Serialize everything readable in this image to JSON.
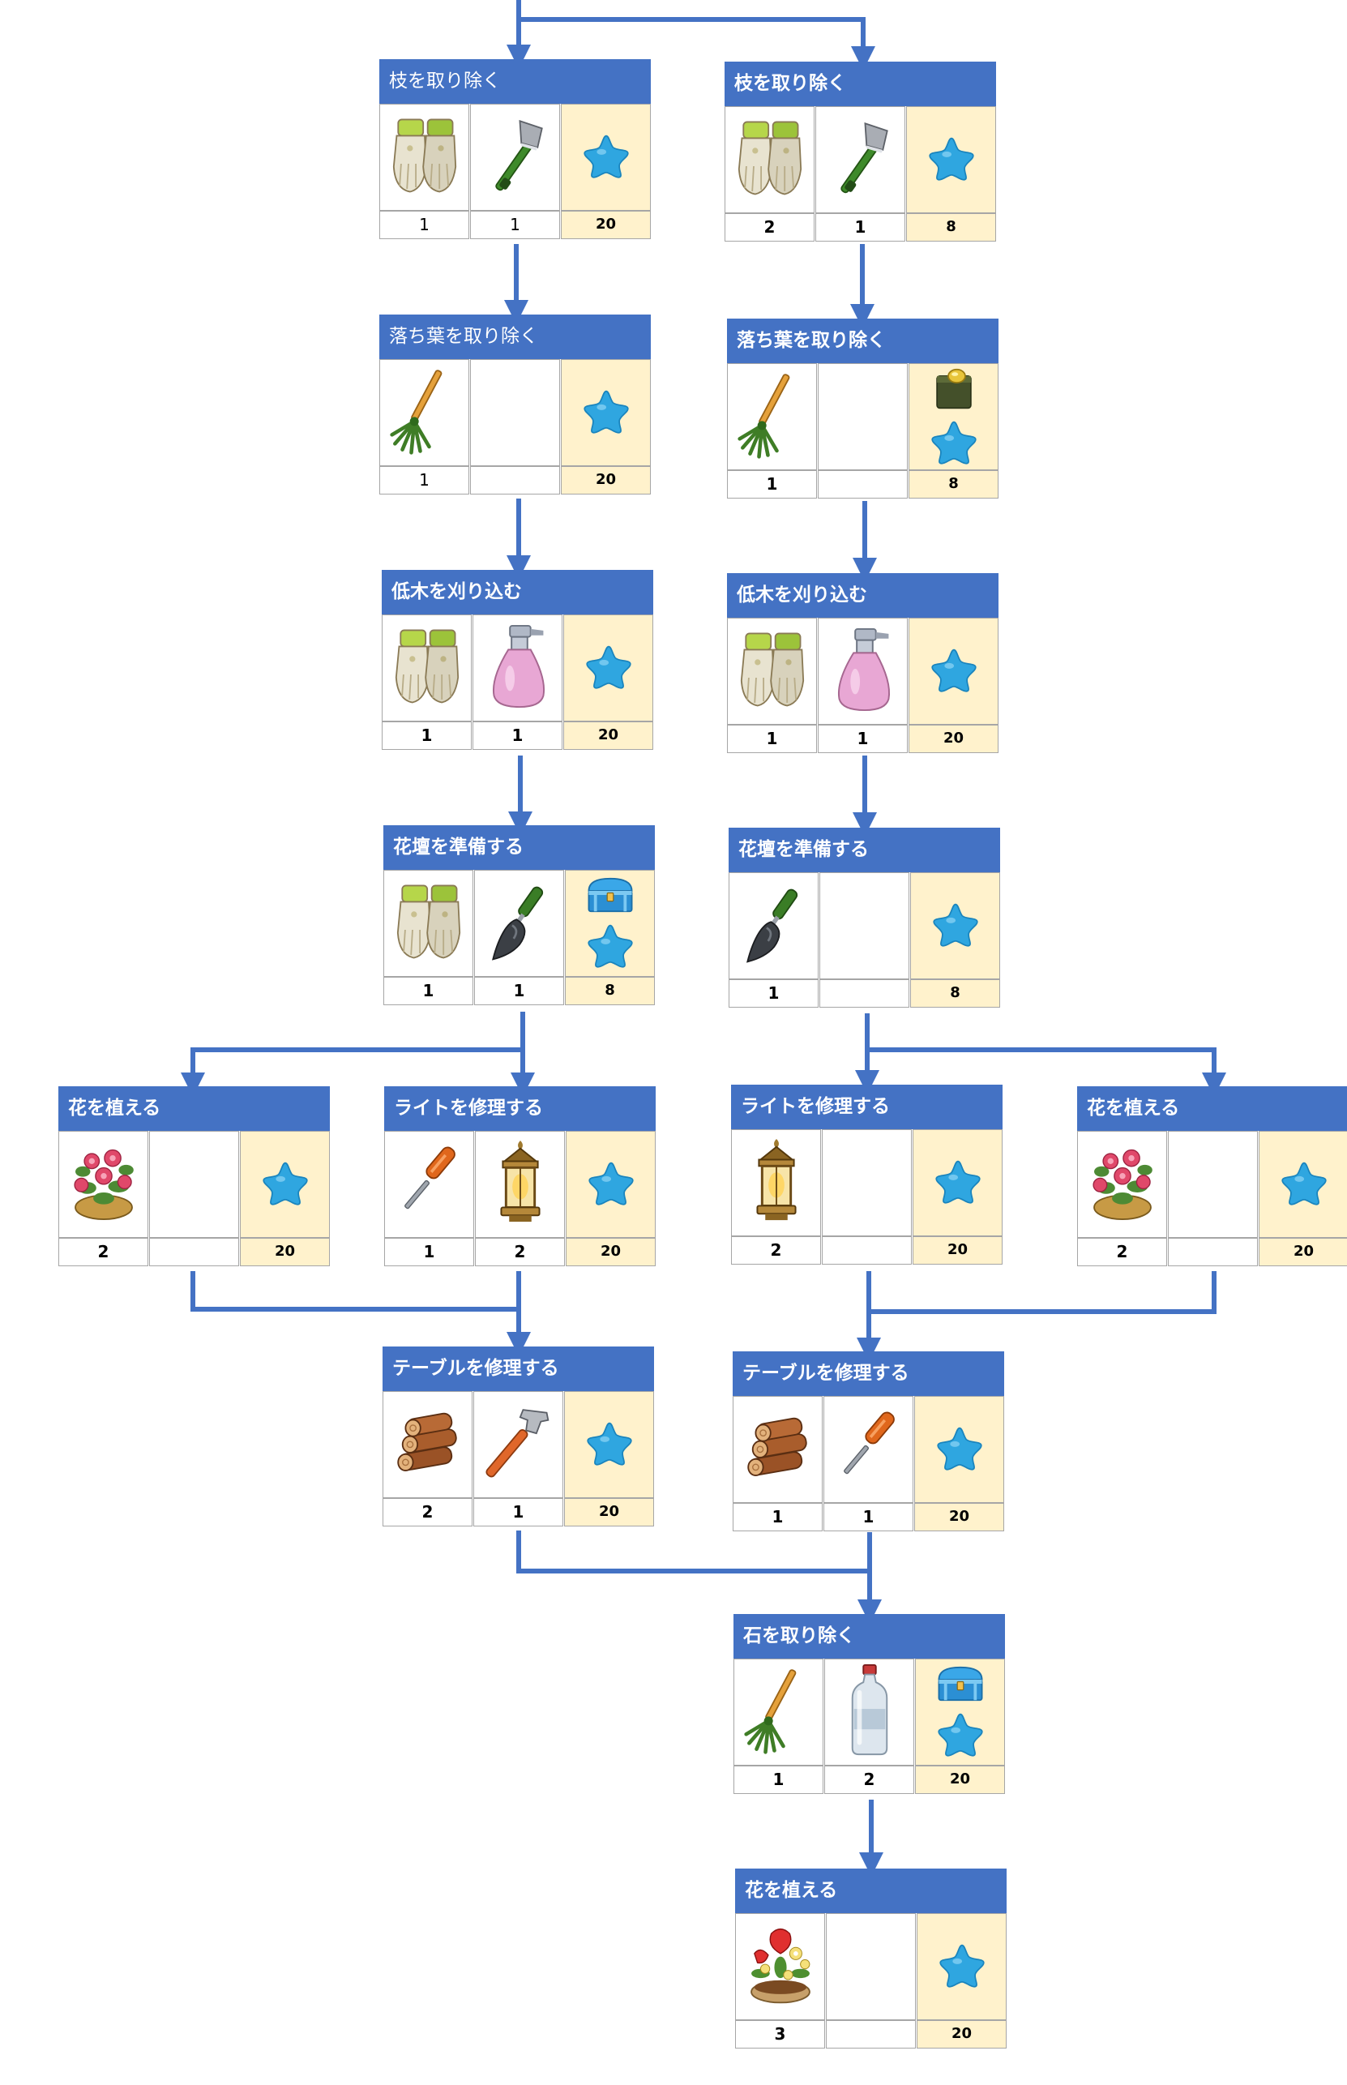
{
  "colors": {
    "title_bar": "#4472c4",
    "connector": "#4472c4",
    "reward_cell": "#fff2cc",
    "cell_border": "#a6a6a6"
  },
  "icon_names": [
    "gloves-icon",
    "axe-icon",
    "rake-icon",
    "spray-bottle-icon",
    "trowel-icon",
    "flower-basket-icon",
    "screwdriver-icon",
    "lantern-icon",
    "firewood-icon",
    "hammer-icon",
    "water-bottle-icon",
    "potted-flowers-icon",
    "blue-star-icon",
    "blue-chest-icon",
    "green-box-icon"
  ],
  "cards": [
    {
      "id": "L1",
      "title": "枝を取り除く",
      "bold": false,
      "items": [
        {
          "icon": "gloves-icon",
          "qty": "1"
        },
        {
          "icon": "axe-icon",
          "qty": "1"
        }
      ],
      "reward": {
        "icons": [
          "blue-star-icon"
        ],
        "qty": "20"
      }
    },
    {
      "id": "R1",
      "title": "枝を取り除く",
      "bold": true,
      "items": [
        {
          "icon": "gloves-icon",
          "qty": "2"
        },
        {
          "icon": "axe-icon",
          "qty": "1"
        }
      ],
      "reward": {
        "icons": [
          "blue-star-icon"
        ],
        "qty": "8"
      }
    },
    {
      "id": "L2",
      "title": "落ち葉を取り除く",
      "bold": false,
      "items": [
        {
          "icon": "rake-icon",
          "qty": "1"
        },
        {
          "icon": "",
          "qty": ""
        }
      ],
      "reward": {
        "icons": [
          "blue-star-icon"
        ],
        "qty": "20"
      }
    },
    {
      "id": "R2",
      "title": "落ち葉を取り除く",
      "bold": true,
      "items": [
        {
          "icon": "rake-icon",
          "qty": "1"
        },
        {
          "icon": "",
          "qty": ""
        }
      ],
      "reward": {
        "icons": [
          "green-box-icon",
          "blue-star-icon"
        ],
        "qty": "8"
      }
    },
    {
      "id": "L3",
      "title": "低木を刈り込む",
      "bold": true,
      "items": [
        {
          "icon": "gloves-icon",
          "qty": "1"
        },
        {
          "icon": "spray-bottle-icon",
          "qty": "1"
        }
      ],
      "reward": {
        "icons": [
          "blue-star-icon"
        ],
        "qty": "20"
      }
    },
    {
      "id": "R3",
      "title": "低木を刈り込む",
      "bold": true,
      "items": [
        {
          "icon": "gloves-icon",
          "qty": "1"
        },
        {
          "icon": "spray-bottle-icon",
          "qty": "1"
        }
      ],
      "reward": {
        "icons": [
          "blue-star-icon"
        ],
        "qty": "20"
      }
    },
    {
      "id": "L4",
      "title": "花壇を準備する",
      "bold": true,
      "items": [
        {
          "icon": "gloves-icon",
          "qty": "1"
        },
        {
          "icon": "trowel-icon",
          "qty": "1"
        }
      ],
      "reward": {
        "icons": [
          "blue-chest-icon",
          "blue-star-icon"
        ],
        "qty": "8"
      }
    },
    {
      "id": "R4",
      "title": "花壇を準備する",
      "bold": true,
      "items": [
        {
          "icon": "trowel-icon",
          "qty": "1"
        },
        {
          "icon": "",
          "qty": ""
        }
      ],
      "reward": {
        "icons": [
          "blue-star-icon"
        ],
        "qty": "8"
      }
    },
    {
      "id": "LL5",
      "title": "花を植える",
      "bold": true,
      "items": [
        {
          "icon": "flower-basket-icon",
          "qty": "2"
        },
        {
          "icon": "",
          "qty": ""
        }
      ],
      "reward": {
        "icons": [
          "blue-star-icon"
        ],
        "qty": "20"
      }
    },
    {
      "id": "LR5",
      "title": "ライトを修理する",
      "bold": true,
      "items": [
        {
          "icon": "screwdriver-icon",
          "qty": "1"
        },
        {
          "icon": "lantern-icon",
          "qty": "2"
        }
      ],
      "reward": {
        "icons": [
          "blue-star-icon"
        ],
        "qty": "20"
      }
    },
    {
      "id": "RL5",
      "title": "ライトを修理する",
      "bold": true,
      "items": [
        {
          "icon": "lantern-icon",
          "qty": "2"
        },
        {
          "icon": "",
          "qty": ""
        }
      ],
      "reward": {
        "icons": [
          "blue-star-icon"
        ],
        "qty": "20"
      }
    },
    {
      "id": "RR5",
      "title": "花を植える",
      "bold": true,
      "items": [
        {
          "icon": "flower-basket-icon",
          "qty": "2"
        },
        {
          "icon": "",
          "qty": ""
        }
      ],
      "reward": {
        "icons": [
          "blue-star-icon"
        ],
        "qty": "20"
      }
    },
    {
      "id": "L6",
      "title": "テーブルを修理する",
      "bold": true,
      "items": [
        {
          "icon": "firewood-icon",
          "qty": "2"
        },
        {
          "icon": "hammer-icon",
          "qty": "1"
        }
      ],
      "reward": {
        "icons": [
          "blue-star-icon"
        ],
        "qty": "20"
      }
    },
    {
      "id": "R6",
      "title": "テーブルを修理する",
      "bold": true,
      "items": [
        {
          "icon": "firewood-icon",
          "qty": "1"
        },
        {
          "icon": "screwdriver-icon",
          "qty": "1"
        }
      ],
      "reward": {
        "icons": [
          "blue-star-icon"
        ],
        "qty": "20"
      }
    },
    {
      "id": "C7",
      "title": "石を取り除く",
      "bold": true,
      "items": [
        {
          "icon": "rake-icon",
          "qty": "1"
        },
        {
          "icon": "water-bottle-icon",
          "qty": "2"
        }
      ],
      "reward": {
        "icons": [
          "blue-chest-icon",
          "blue-star-icon"
        ],
        "qty": "20"
      }
    },
    {
      "id": "C8",
      "title": "花を植える",
      "bold": true,
      "items": [
        {
          "icon": "potted-flowers-icon",
          "qty": "3"
        },
        {
          "icon": "",
          "qty": ""
        }
      ],
      "reward": {
        "icons": [
          "blue-star-icon"
        ],
        "qty": "20"
      }
    }
  ]
}
